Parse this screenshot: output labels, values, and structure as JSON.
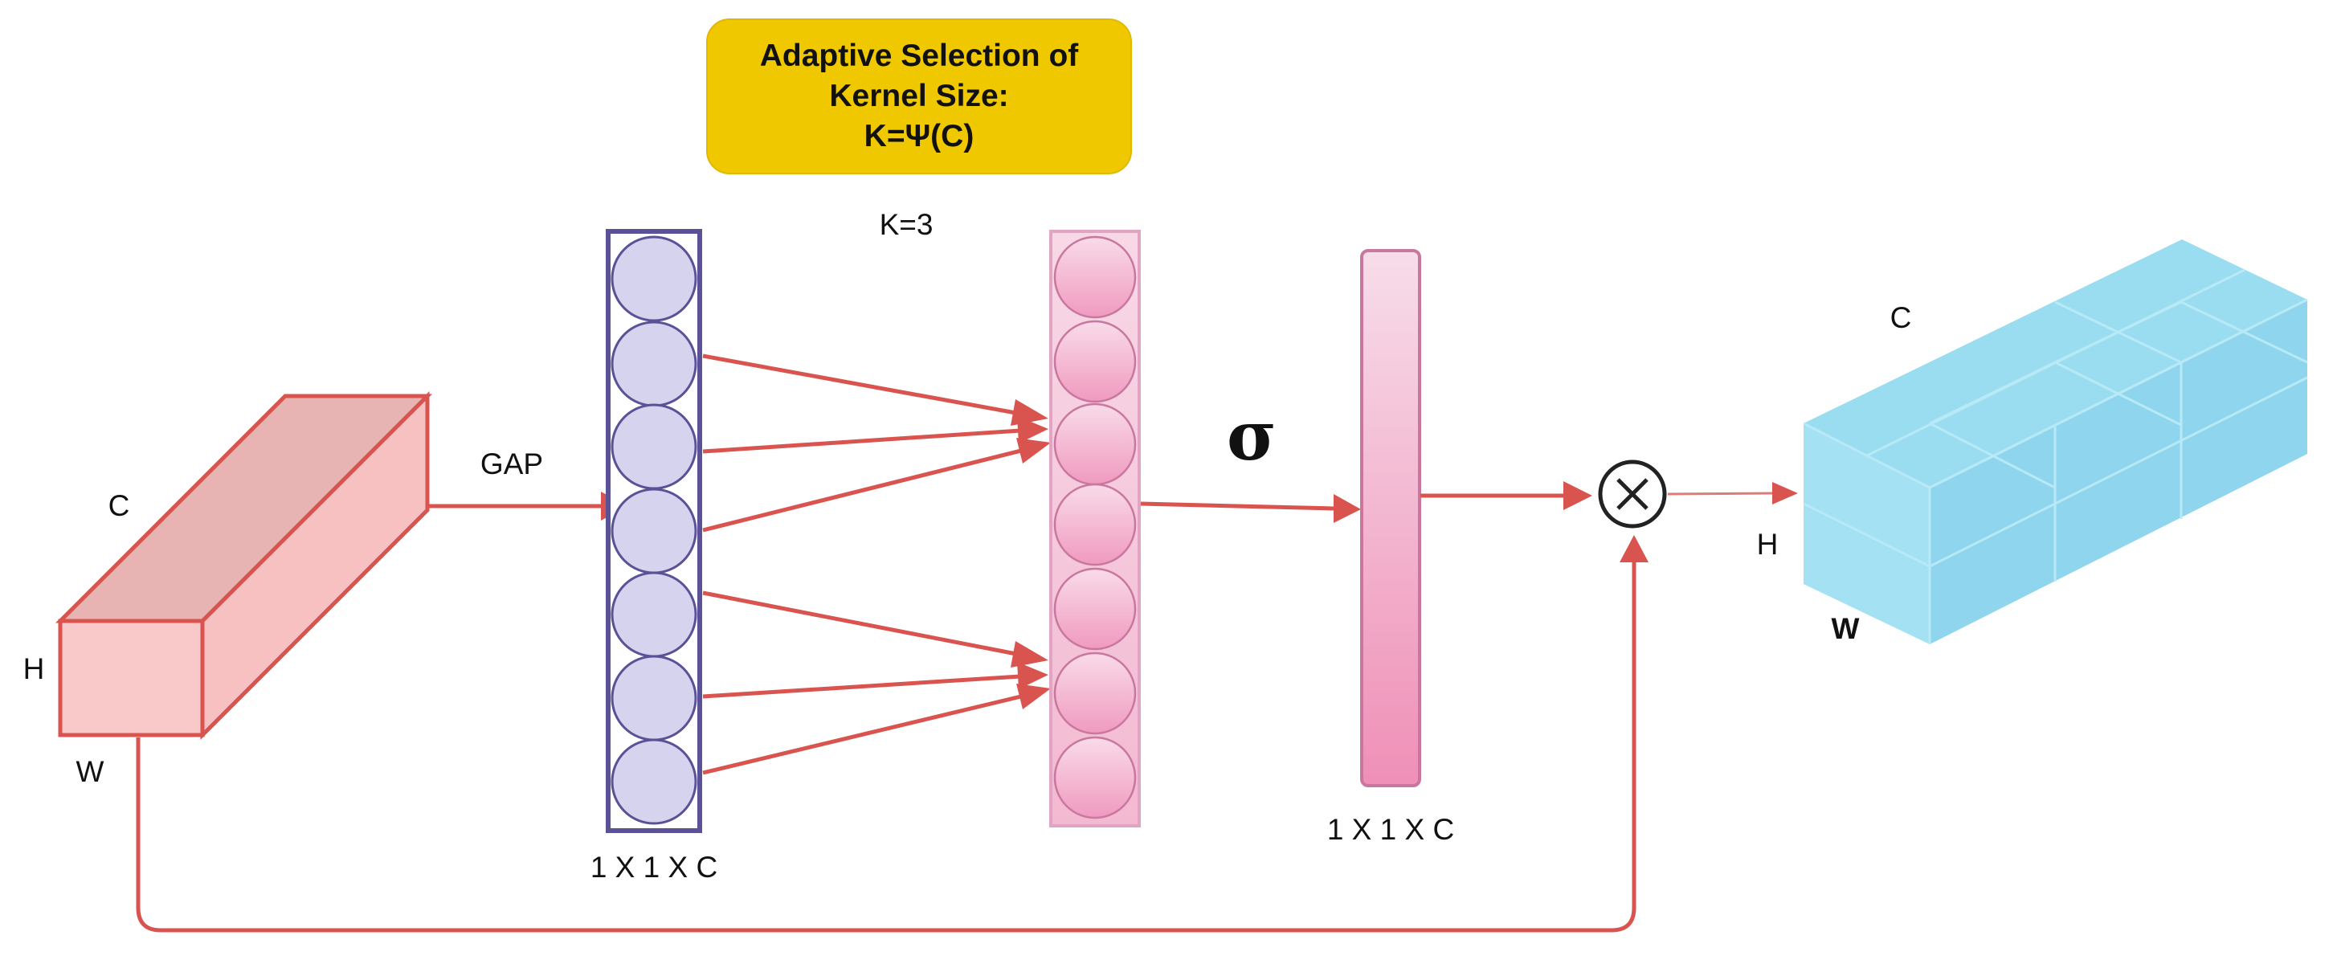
{
  "title_box": {
    "line1": "Adaptive Selection of",
    "line2": "Kernel Size:",
    "line3": "K=Ψ(C)"
  },
  "kernel_label": "K=3",
  "gap_label": "GAP",
  "sigma_label": "σ",
  "input_tensor": {
    "c": "C",
    "h": "H",
    "w": "W"
  },
  "output_tensor": {
    "c": "C",
    "h": "H",
    "w": "W"
  },
  "dims_gap": "1 X 1 X C",
  "dims_sigmoid": "1 X 1 X C",
  "multiply_symbol": "×",
  "colors": {
    "arrow": "#d9534f",
    "title_fill": "#f0c800",
    "purple_fill": "#d5d3ee",
    "purple_stroke": "#5a5196",
    "pink_stroke": "#e2a4c3",
    "input_fill": "#f7c1c1",
    "input_stroke": "#d9534f",
    "output_fill": "#9adcf0"
  }
}
